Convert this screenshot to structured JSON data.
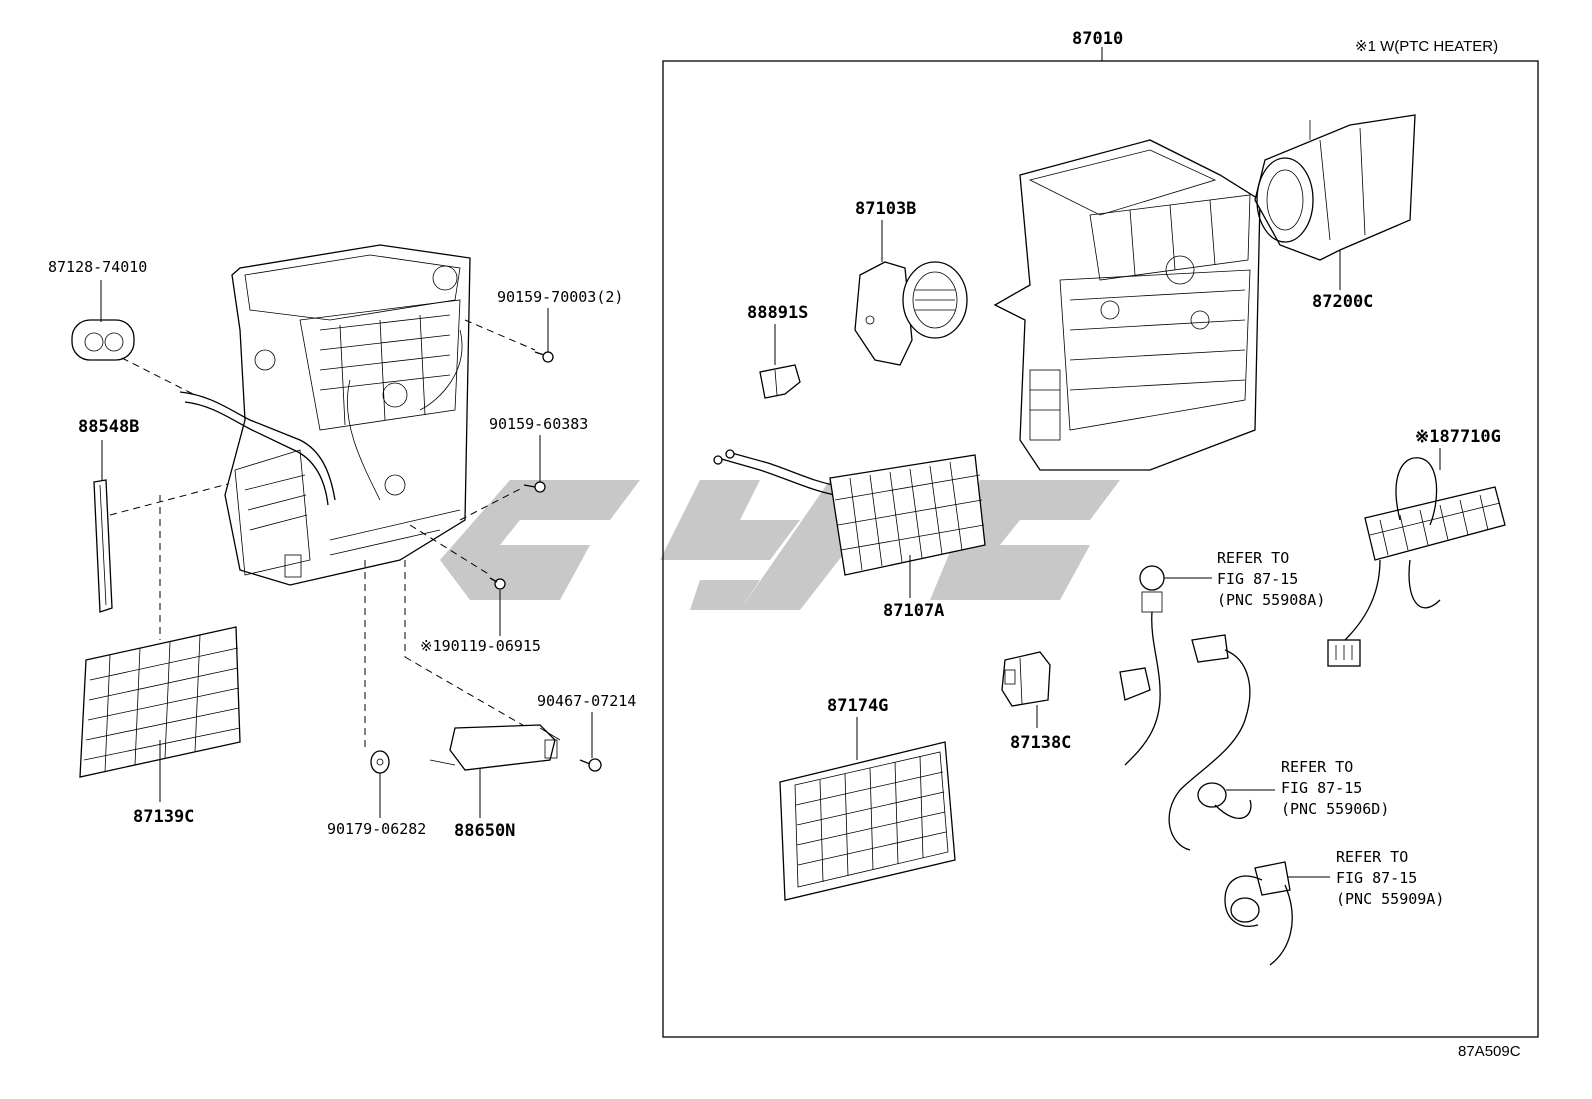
{
  "note": "※1 W(PTC HEATER)",
  "figure_code": "87A509C",
  "assembly_label": "87010",
  "left_labels": {
    "p87128": "87128-74010",
    "p90159a": "90159-70003(2)",
    "p88548": "88548B",
    "p90159b": "90159-60383",
    "p90119": "※190119-06915",
    "p90467": "90467-07214",
    "p87139": "87139C",
    "p90179": "90179-06282",
    "p88650": "88650N"
  },
  "right_labels": {
    "p87103": "87103B",
    "p88891": "88891S",
    "p87200": "87200C",
    "p87710": "※187710G",
    "p87107": "87107A",
    "p87174": "87174G",
    "p87138": "87138C"
  },
  "refs": [
    {
      "line1": "REFER TO",
      "line2": "FIG 87-15",
      "line3": "(PNC 55908A)"
    },
    {
      "line1": "REFER TO",
      "line2": "FIG 87-15",
      "line3": "(PNC 55906D)"
    },
    {
      "line1": "REFER TO",
      "line2": "FIG 87-15",
      "line3": "(PNC 55909A)"
    }
  ]
}
